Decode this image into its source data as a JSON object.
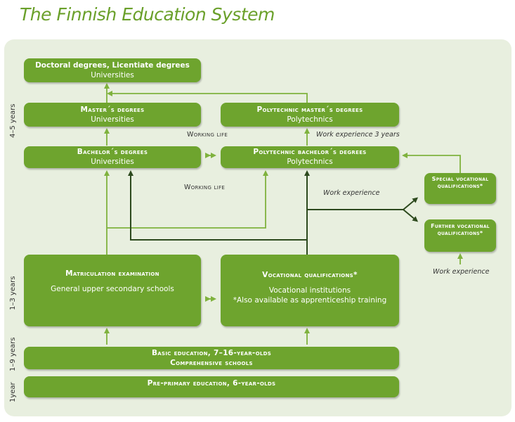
{
  "title": "The Finnish Education System",
  "boxes": {
    "doctoral": {
      "l1": "Doctoral degrees, Licentiate degrees",
      "l2": "Universities"
    },
    "masters": {
      "l1": "Master´s degrees",
      "l2": "Universities"
    },
    "poly_masters": {
      "l1": "Polytechnic master´s degrees",
      "l2": "Polytechnics"
    },
    "bachelors": {
      "l1": "Bachelor´s degrees",
      "l2": "Universities"
    },
    "poly_bachelors": {
      "l1": "Polytechnic bachelor´s degrees",
      "l2": "Polytechnics"
    },
    "special_voc": {
      "t": "Special vocational qualifications*"
    },
    "further_voc": {
      "t": "Further vocational qualifications*"
    },
    "matriculation": {
      "l1": "Matriculation examination",
      "l2": "General upper secondary schools"
    },
    "vocational": {
      "l1": "Vocational qualifications*",
      "l2": "Vocational institutions",
      "l3": "*Also available as apprenticeship training"
    },
    "basic": {
      "l1": "Basic education, 7–16-year-olds",
      "l2": "Comprehensive schools"
    },
    "preprimary": {
      "l1": "Pre-primary education, 6-year-olds"
    }
  },
  "labels": {
    "working_life_1": "Working life",
    "working_life_2": "Working life",
    "work_exp_3": "Work experience 3 years",
    "work_exp_mid": "Work experience",
    "work_exp_right": "Work experience"
  },
  "side_labels": {
    "years_4_5": "4–5 years",
    "years_1_3": "1–3 years",
    "years_1_9": "1–9 years",
    "year_1": "1year"
  },
  "colors": {
    "box": "#6ea42e",
    "panel": "#e8efdf",
    "light_arrow": "#7fb23e",
    "dark_arrow": "#2d4a1e",
    "title": "#6aa02a"
  }
}
